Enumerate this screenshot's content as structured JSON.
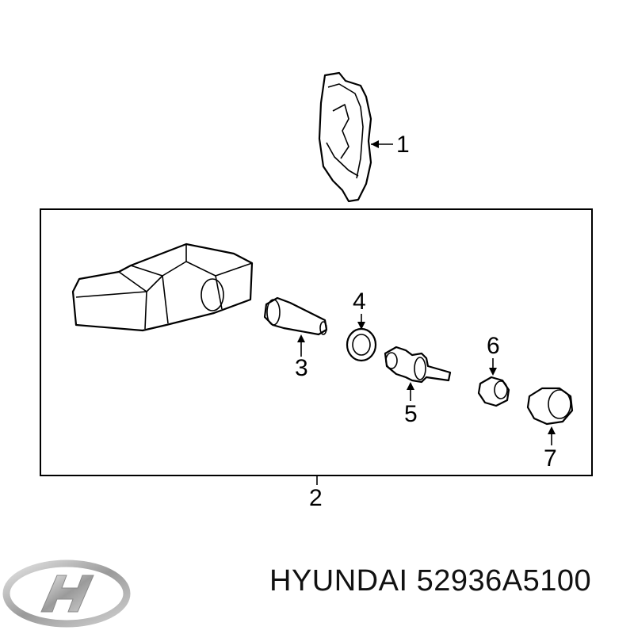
{
  "callouts": {
    "c1": "1",
    "c2": "2",
    "c3": "3",
    "c4": "4",
    "c5": "5",
    "c6": "6",
    "c7": "7"
  },
  "caption": {
    "brand": "HYUNDAI",
    "part_number": "52936A5100"
  },
  "logo": {
    "icon": "hyundai-logo-icon"
  },
  "colors": {
    "line": "#000000",
    "background": "#ffffff",
    "logo_silver": "#b8b8b8"
  }
}
